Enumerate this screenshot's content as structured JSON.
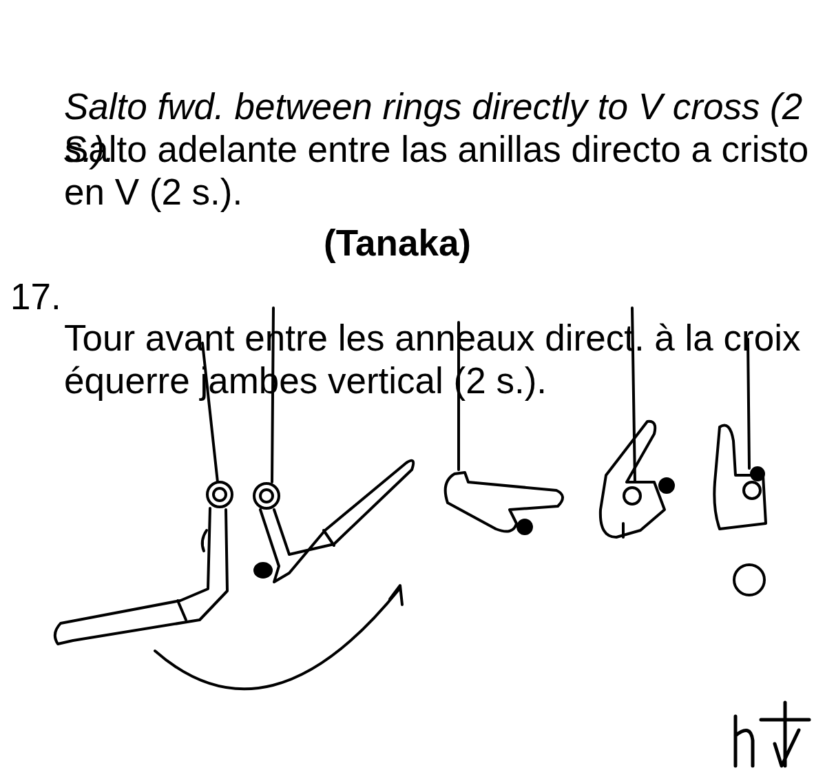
{
  "diagram": {
    "labels": [
      "17.",
      "Tour avant entre les anneaux direct. à la croix équerre jambes vertical (2 s.).",
      "Salto fwd. between rings directly to V cross (2 s.).",
      "Salto adelante entre las anillas directo a cristo en V (2 s.).",
      "(Tanaka)"
    ]
  }
}
